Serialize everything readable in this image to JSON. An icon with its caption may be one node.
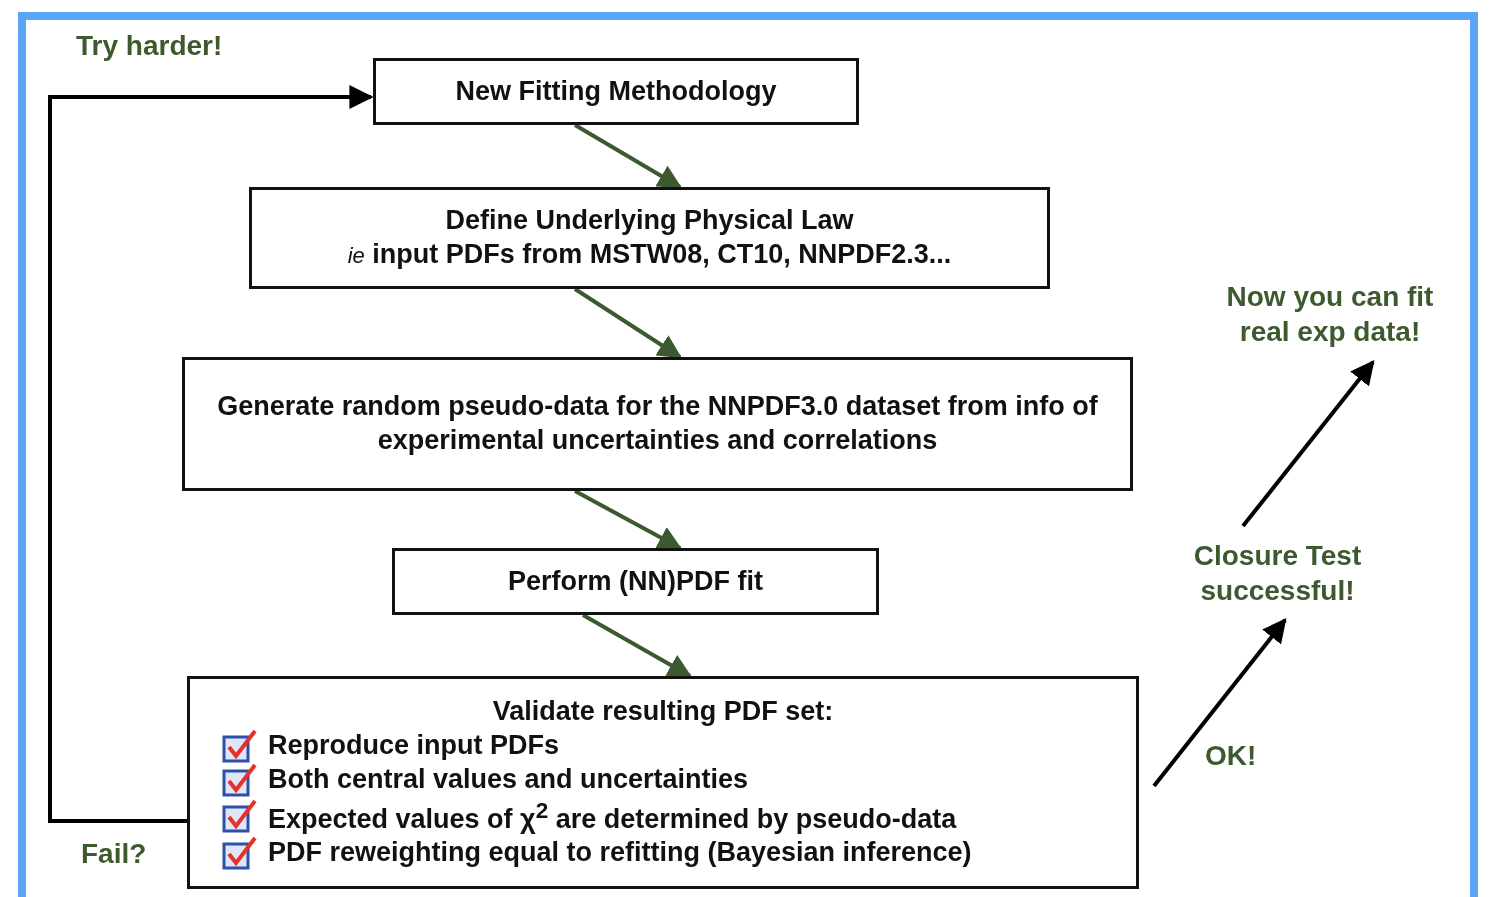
{
  "diagram": {
    "nodes": [
      {
        "text": [
          "New Fitting Methodology"
        ]
      },
      {
        "text": [
          "Define Underlying Physical Law",
          "*ie* input PDFs from MSTW08, CT10, NNPDF2.3..."
        ]
      },
      {
        "text": [
          "Generate random pseudo-data for the NNPDF3.0 dataset from info of experimental uncertainties and correlations"
        ]
      },
      {
        "text": [
          "Perform (NN)PDF fit"
        ]
      },
      {
        "text": [
          "Validate resulting PDF set:",
          "Reproduce input PDFs",
          "Both central values and uncertainties",
          "Expected values of χ$^{2}$ are determined by pseudo-data",
          "PDF reweighting equal to refitting (Bayesian inference)"
        ]
      },
      {
        "text": [
          "Closure Test successful!"
        ]
      },
      {
        "text": [
          "Now you can fit real exp data!"
        ]
      }
    ],
    "edges": [
      {
        "from": 0,
        "to": 1,
        "arrow": "to"
      },
      {
        "from": 1,
        "to": 2,
        "arrow": "to"
      },
      {
        "from": 2,
        "to": 3,
        "arrow": "to"
      },
      {
        "from": 3,
        "to": 4,
        "arrow": "to"
      },
      {
        "from": 4,
        "to": 5,
        "arrow": "to",
        "label": "OK!",
        "color": "#000000"
      },
      {
        "from": 5,
        "to": 6,
        "arrow": "to",
        "color": "#000000"
      },
      {
        "from": 4,
        "to": 0,
        "arrow": "to",
        "label": "Fail?",
        "color": "#000000"
      }
    ],
    "labels": [
      "Try harder!"
    ]
  }
}
